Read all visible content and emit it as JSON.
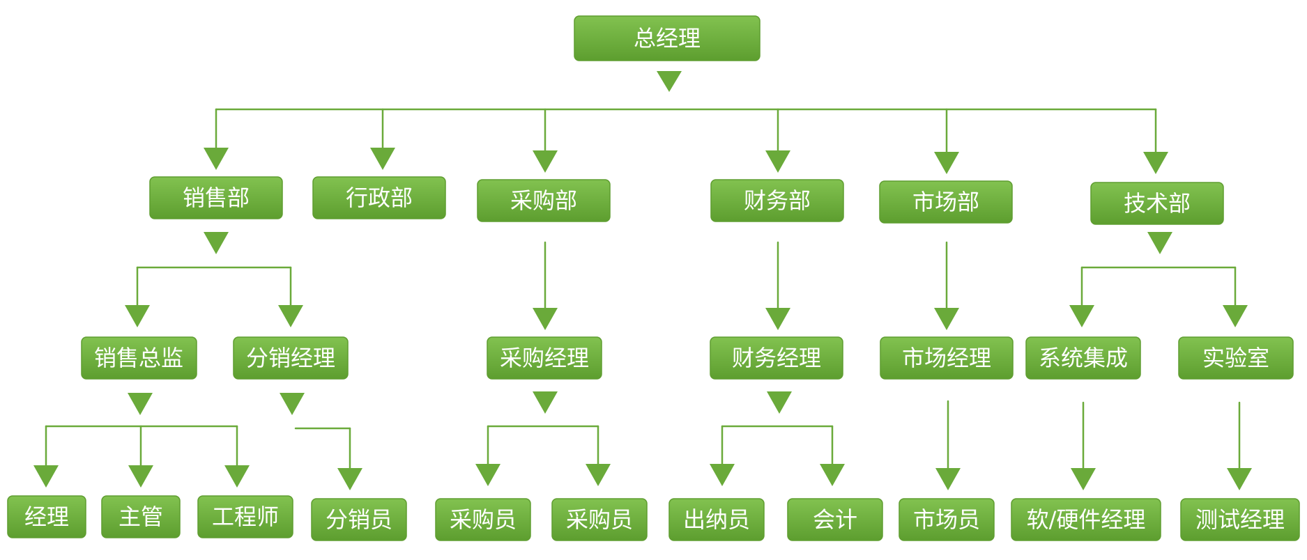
{
  "org_chart": {
    "root": "总经理",
    "departments": {
      "sales": {
        "label": "销售部",
        "children": {
          "director": {
            "label": "销售总监",
            "children": [
              "经理",
              "主管",
              "工程师"
            ]
          },
          "distribution": {
            "label": "分销经理",
            "children": [
              "分销员"
            ]
          }
        }
      },
      "admin": {
        "label": "行政部"
      },
      "purchasing": {
        "label": "采购部",
        "manager": {
          "label": "采购经理",
          "children": [
            "采购员",
            "采购员"
          ]
        }
      },
      "finance": {
        "label": "财务部",
        "manager": {
          "label": "财务经理",
          "children": [
            "出纳员",
            "会计"
          ]
        }
      },
      "market": {
        "label": "市场部",
        "manager": {
          "label": "市场经理",
          "children": [
            "市场员"
          ]
        }
      },
      "tech": {
        "label": "技术部",
        "children": {
          "integration": {
            "label": "系统集成",
            "children": [
              "软/硬件经理"
            ]
          },
          "lab": {
            "label": "实验室",
            "children": [
              "测试经理"
            ]
          }
        }
      }
    }
  },
  "colors": {
    "box_top": "#82c250",
    "box_bottom": "#5d9e2f",
    "line": "#6aaa3a",
    "text": "#ffffff"
  }
}
